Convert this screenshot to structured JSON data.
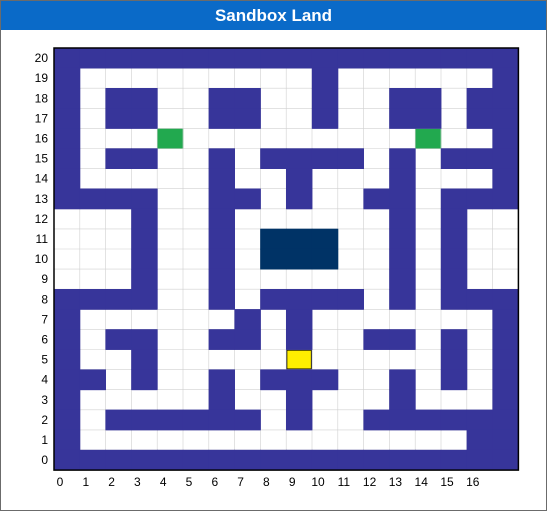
{
  "title": "Sandbox Land",
  "colors": {
    "title_bg": "#0a6ac8",
    "wall": "#37359a",
    "room": "#003366",
    "player": "#ffee00",
    "goal": "#22a94f",
    "floor": "#ffffff",
    "grid": "#d0d0d0"
  },
  "y_labels": [
    "20",
    "19",
    "18",
    "17",
    "16",
    "15",
    "14",
    "13",
    "12",
    "11",
    "10",
    "9",
    "8",
    "7",
    "6",
    "5",
    "4",
    "3",
    "2",
    "1",
    "0"
  ],
  "x_labels": [
    "0",
    "1",
    "2",
    "3",
    "4",
    "5",
    "6",
    "7",
    "8",
    "9",
    "10",
    "11",
    "12",
    "13",
    "14",
    "15",
    "16"
  ],
  "maze": [
    "WWWWWWWWWWWWWWWWWW",
    "W.........W......W",
    "W.WW..WW..W..WW.WW",
    "W.WW..WW..W..WW.WW",
    "W...G.........G..W",
    "W.WW..W.WWWW.W.WWW",
    "W.....W..W...W...W",
    "WWWW..WW.W..WW.WWW",
    "...W..W......W.W..",
    "...W..W.RRR..W.W..",
    "...W..W.RRR..W.W..",
    "...W..W......W.W..",
    "WWWW..W.WWWW.W.WWW",
    "W......W.W.......W",
    "W.WW..WW.W..WW.W.W",
    "W..W.....P.....W.W",
    "WW.W..W.WWW..W.W.W",
    "W.....W..W...W...W",
    "W.WWWWWW.W..WWWWWW",
    "W...............WW",
    "WWWWWWWWWWWWWWWWWW"
  ]
}
